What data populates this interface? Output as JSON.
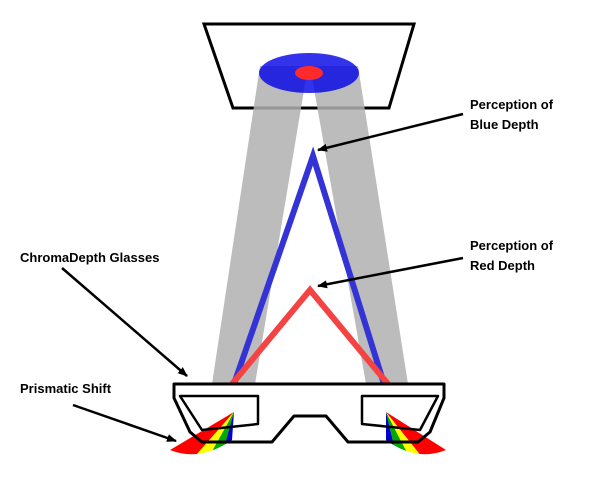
{
  "labels": {
    "blue_depth": [
      "Perception of",
      "Blue Depth"
    ],
    "red_depth": [
      "Perception of",
      "Red Depth"
    ],
    "glasses": "ChromaDepth Glasses",
    "prismatic": "Prismatic Shift"
  },
  "colors": {
    "background": "#ffffff",
    "beam": "#b8b8b8",
    "blue_path": "#3434d6",
    "red_path": "#f44343",
    "object_blue": "#0000e6",
    "object_red": "#ff2a2a",
    "frame": "#000000",
    "spectrum": [
      "#0000cc",
      "#00aa00",
      "#ffff00",
      "#ff0000"
    ]
  },
  "icons": {
    "object_disc": "concentric-ellipse",
    "glasses": "chromadepth-glasses-outline",
    "prism": "rainbow-fan"
  }
}
